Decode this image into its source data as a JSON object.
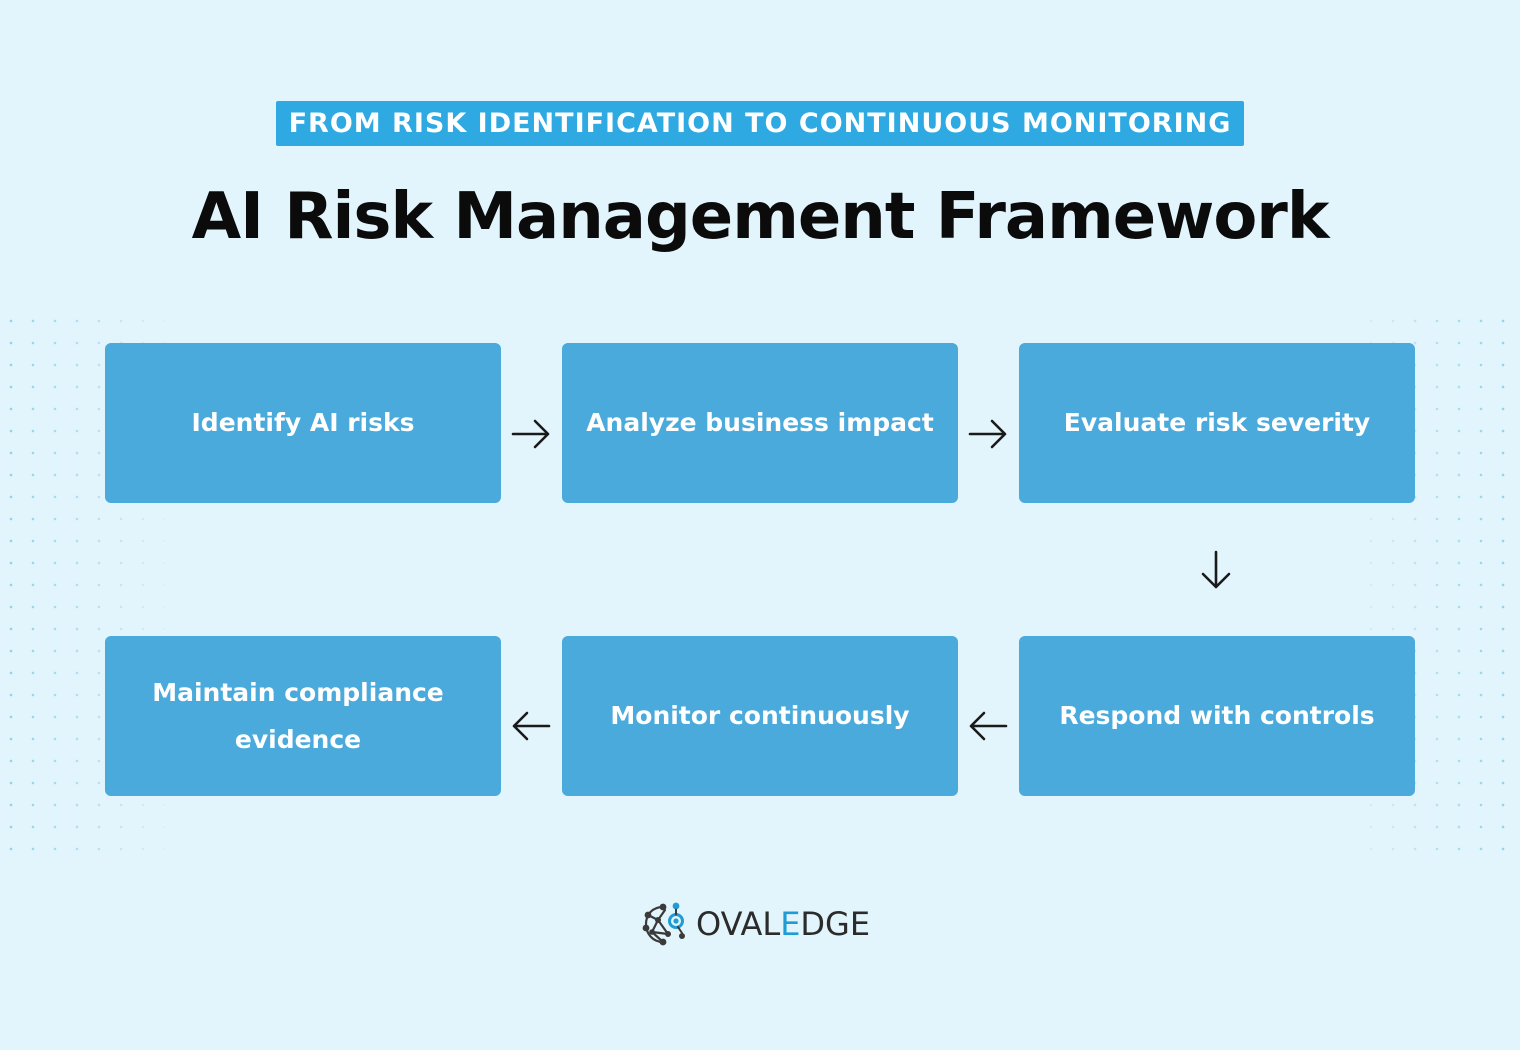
{
  "header": {
    "subtitle": "FROM RISK IDENTIFICATION TO CONTINUOUS MONITORING",
    "title": "AI Risk Management Framework"
  },
  "steps": [
    {
      "label": "Identify AI risks"
    },
    {
      "label": "Analyze business impact"
    },
    {
      "label": "Evaluate risk severity"
    },
    {
      "label": "Respond with controls"
    },
    {
      "label": "Monitor continuously"
    },
    {
      "label": "Maintain compliance evidence"
    }
  ],
  "arrows": [
    "right",
    "right",
    "down",
    "left",
    "left"
  ],
  "logo": {
    "text_main": "OVAL",
    "text_accent": "E",
    "text_end": "DGE"
  },
  "colors": {
    "background": "#e3f5fc",
    "box": "#49aadb",
    "subtitle_bg": "#2ea9e2",
    "title": "#0b0b0b",
    "arrow": "#1a1a1a",
    "logo_accent": "#1f9bd6"
  }
}
